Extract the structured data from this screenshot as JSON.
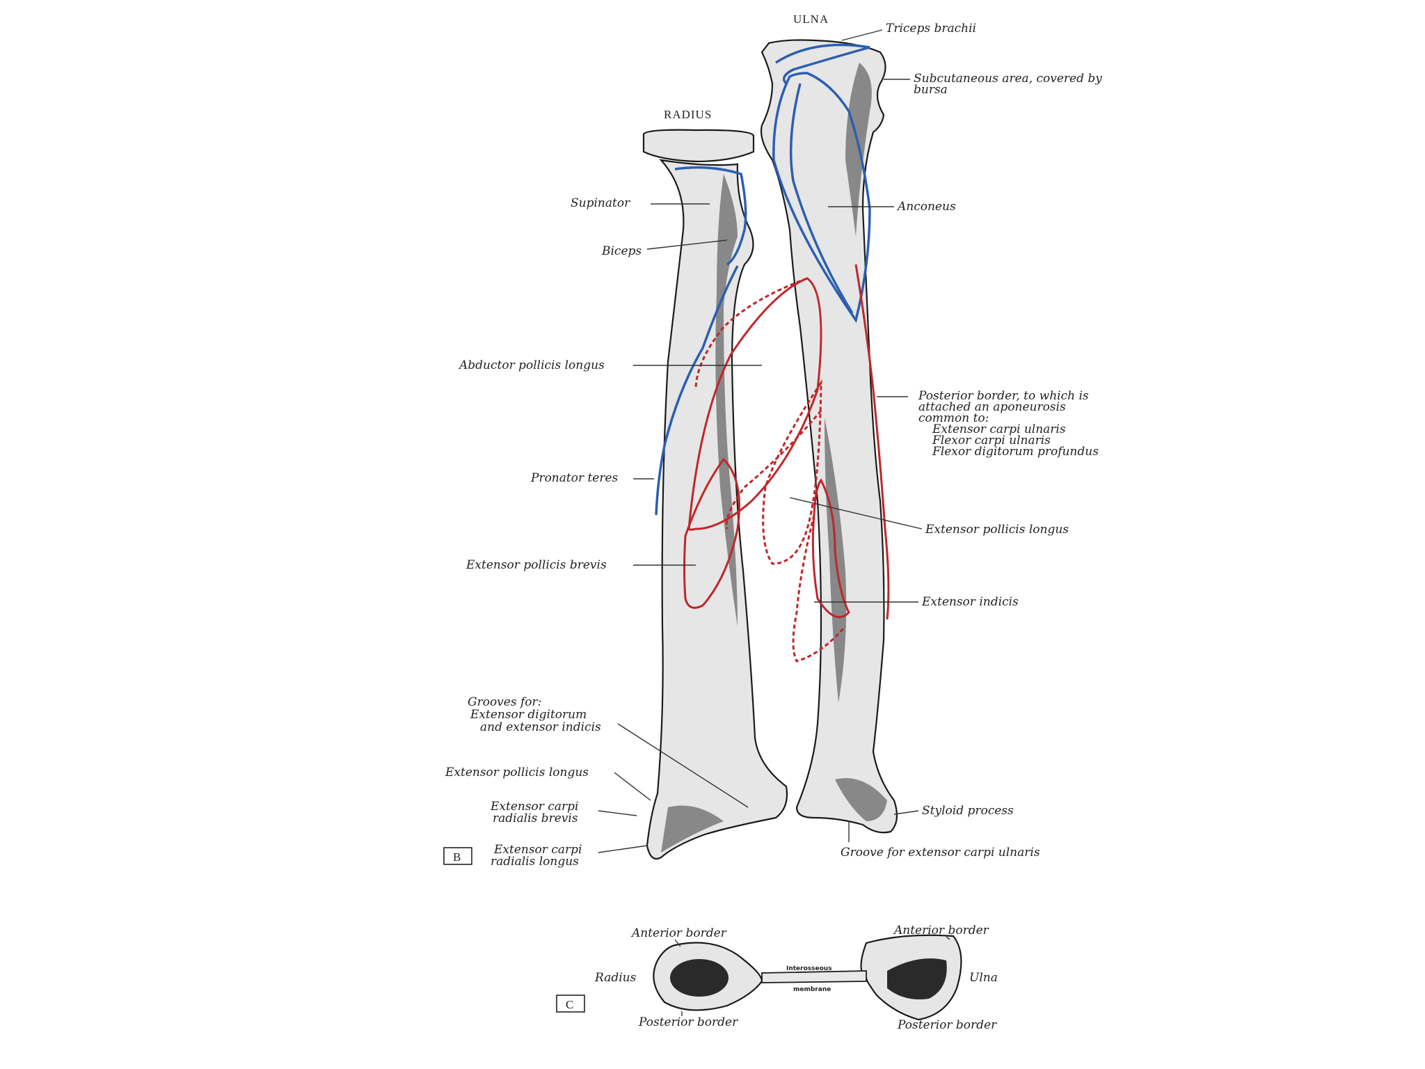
{
  "titles": {
    "ulna": "ULNA",
    "radius": "RADIUS"
  },
  "labels": {
    "triceps": "Triceps brachii",
    "subcutaneous_1": "Subcutaneous area, covered by",
    "subcutaneous_2": "bursa",
    "supinator": "Supinator",
    "anconeus": "Anconeus",
    "biceps": "Biceps",
    "abductor": "Abductor pollicis longus",
    "posterior_1": "Posterior border, to which is",
    "posterior_2": "attached an aponeurosis",
    "posterior_3": "common to:",
    "posterior_4": "Extensor carpi ulnaris",
    "posterior_5": "Flexor carpi ulnaris",
    "posterior_6": "Flexor digitorum profundus",
    "pronator": "Pronator teres",
    "epl_ulna": "Extensor pollicis longus",
    "epb": "Extensor pollicis brevis",
    "ext_indicis": "Extensor indicis",
    "grooves_1": "Grooves for:",
    "grooves_2": "Extensor digitorum",
    "grooves_3": "and extensor indicis",
    "grooves_epl": "Extensor pollicis longus",
    "ecrb_1": "Extensor carpi",
    "ecrb_2": "radialis brevis",
    "ecrl_1": "Extensor carpi",
    "ecrl_2": "radialis longus",
    "styloid": "Styloid process",
    "groove_ecu": "Groove for extensor carpi ulnaris"
  },
  "panel_b": "B",
  "panel_c": "C",
  "cross_section": {
    "anterior_left": "Anterior border",
    "anterior_right": "Anterior border",
    "radius": "Radius",
    "ulna": "Ulna",
    "membrane_1": "Interosseous",
    "membrane_2": "membrane",
    "posterior_left": "Posterior border",
    "posterior_right": "Posterior border"
  },
  "colors": {
    "muscle_origin": "#2b5fb0",
    "muscle_insertion": "#c0262a"
  }
}
